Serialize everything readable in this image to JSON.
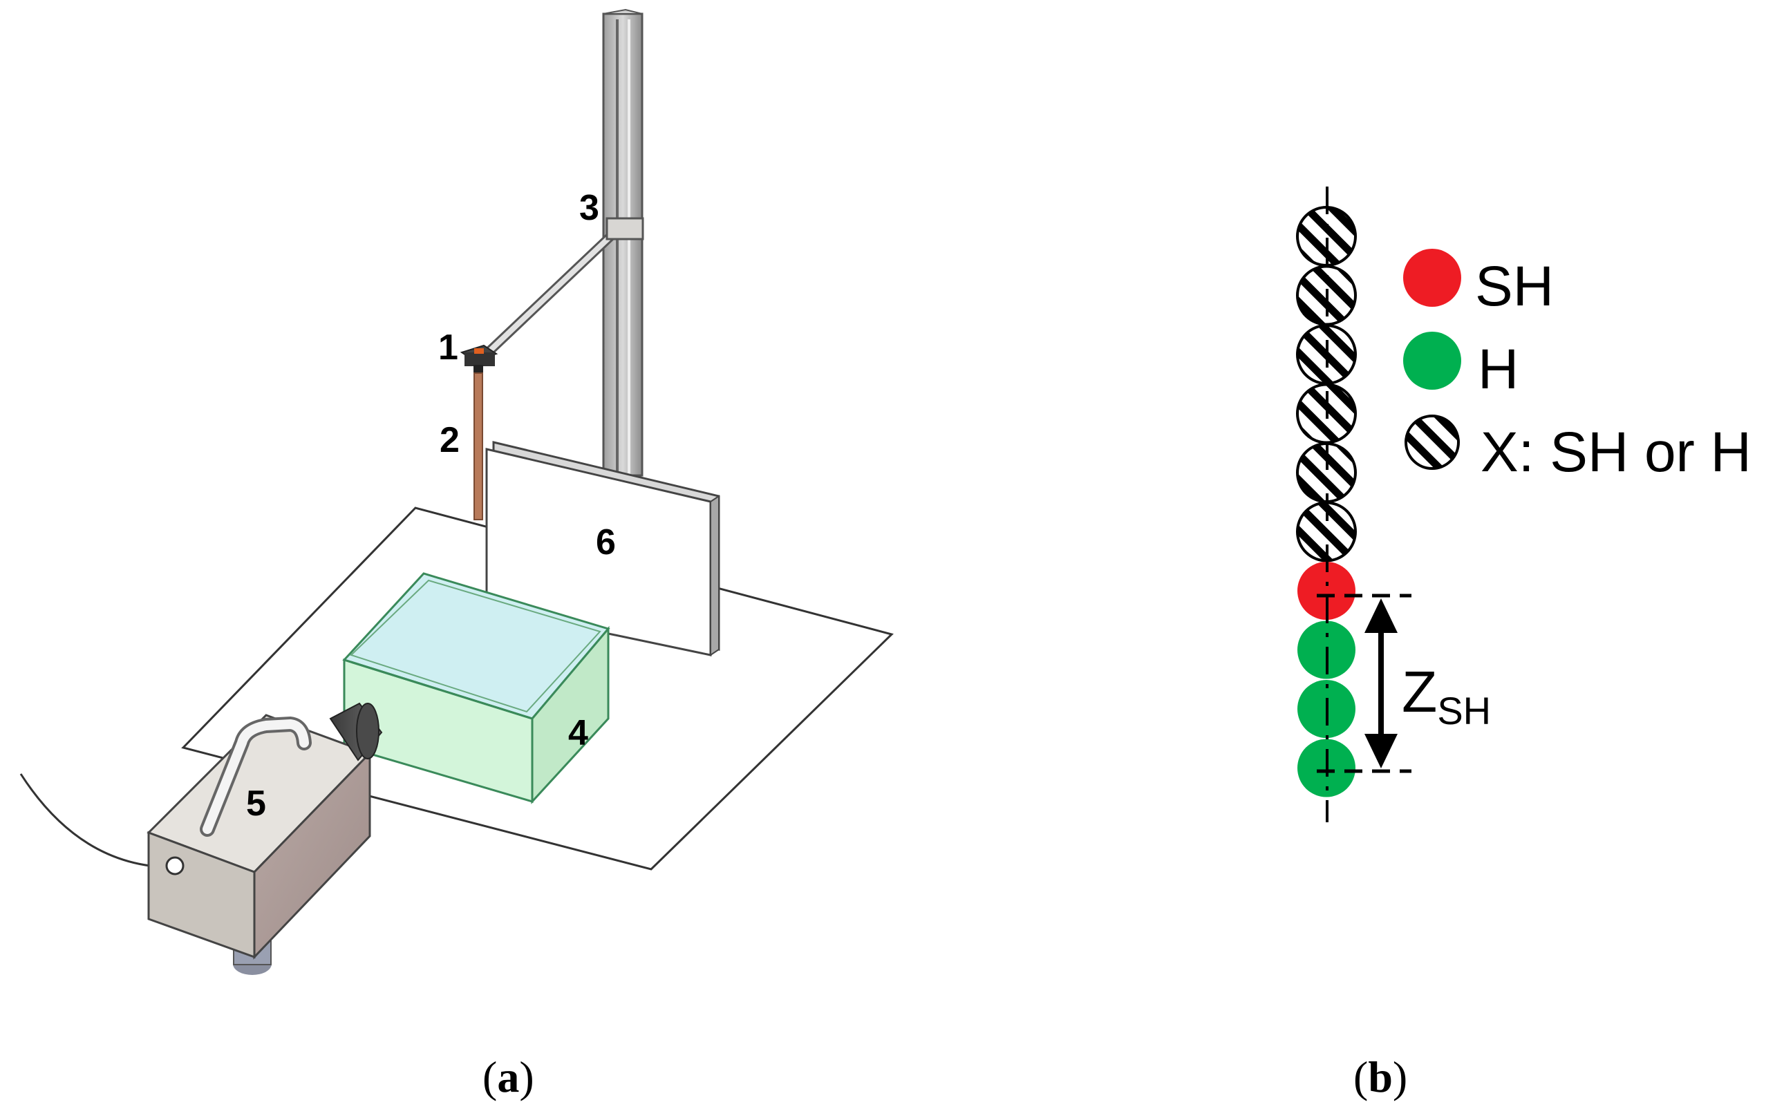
{
  "panel_a": {
    "callouts": [
      "1",
      "2",
      "3",
      "4",
      "5",
      "6"
    ],
    "caption": {
      "open": "(",
      "letter": "a",
      "close": ")"
    }
  },
  "panel_b": {
    "legend": [
      {
        "label": "SH",
        "color": "#ee1c24"
      },
      {
        "label": "H",
        "color": "#00b050"
      },
      {
        "label": "X: SH or H",
        "pattern": "hatched"
      }
    ],
    "particles_top_to_bottom": [
      "X",
      "X",
      "X",
      "X",
      "X",
      "X",
      "SH",
      "H",
      "H",
      "H"
    ],
    "dimension_label": {
      "main": "Z",
      "sub": "SH"
    },
    "caption": {
      "open": "(",
      "letter": "b",
      "close": ")"
    }
  }
}
